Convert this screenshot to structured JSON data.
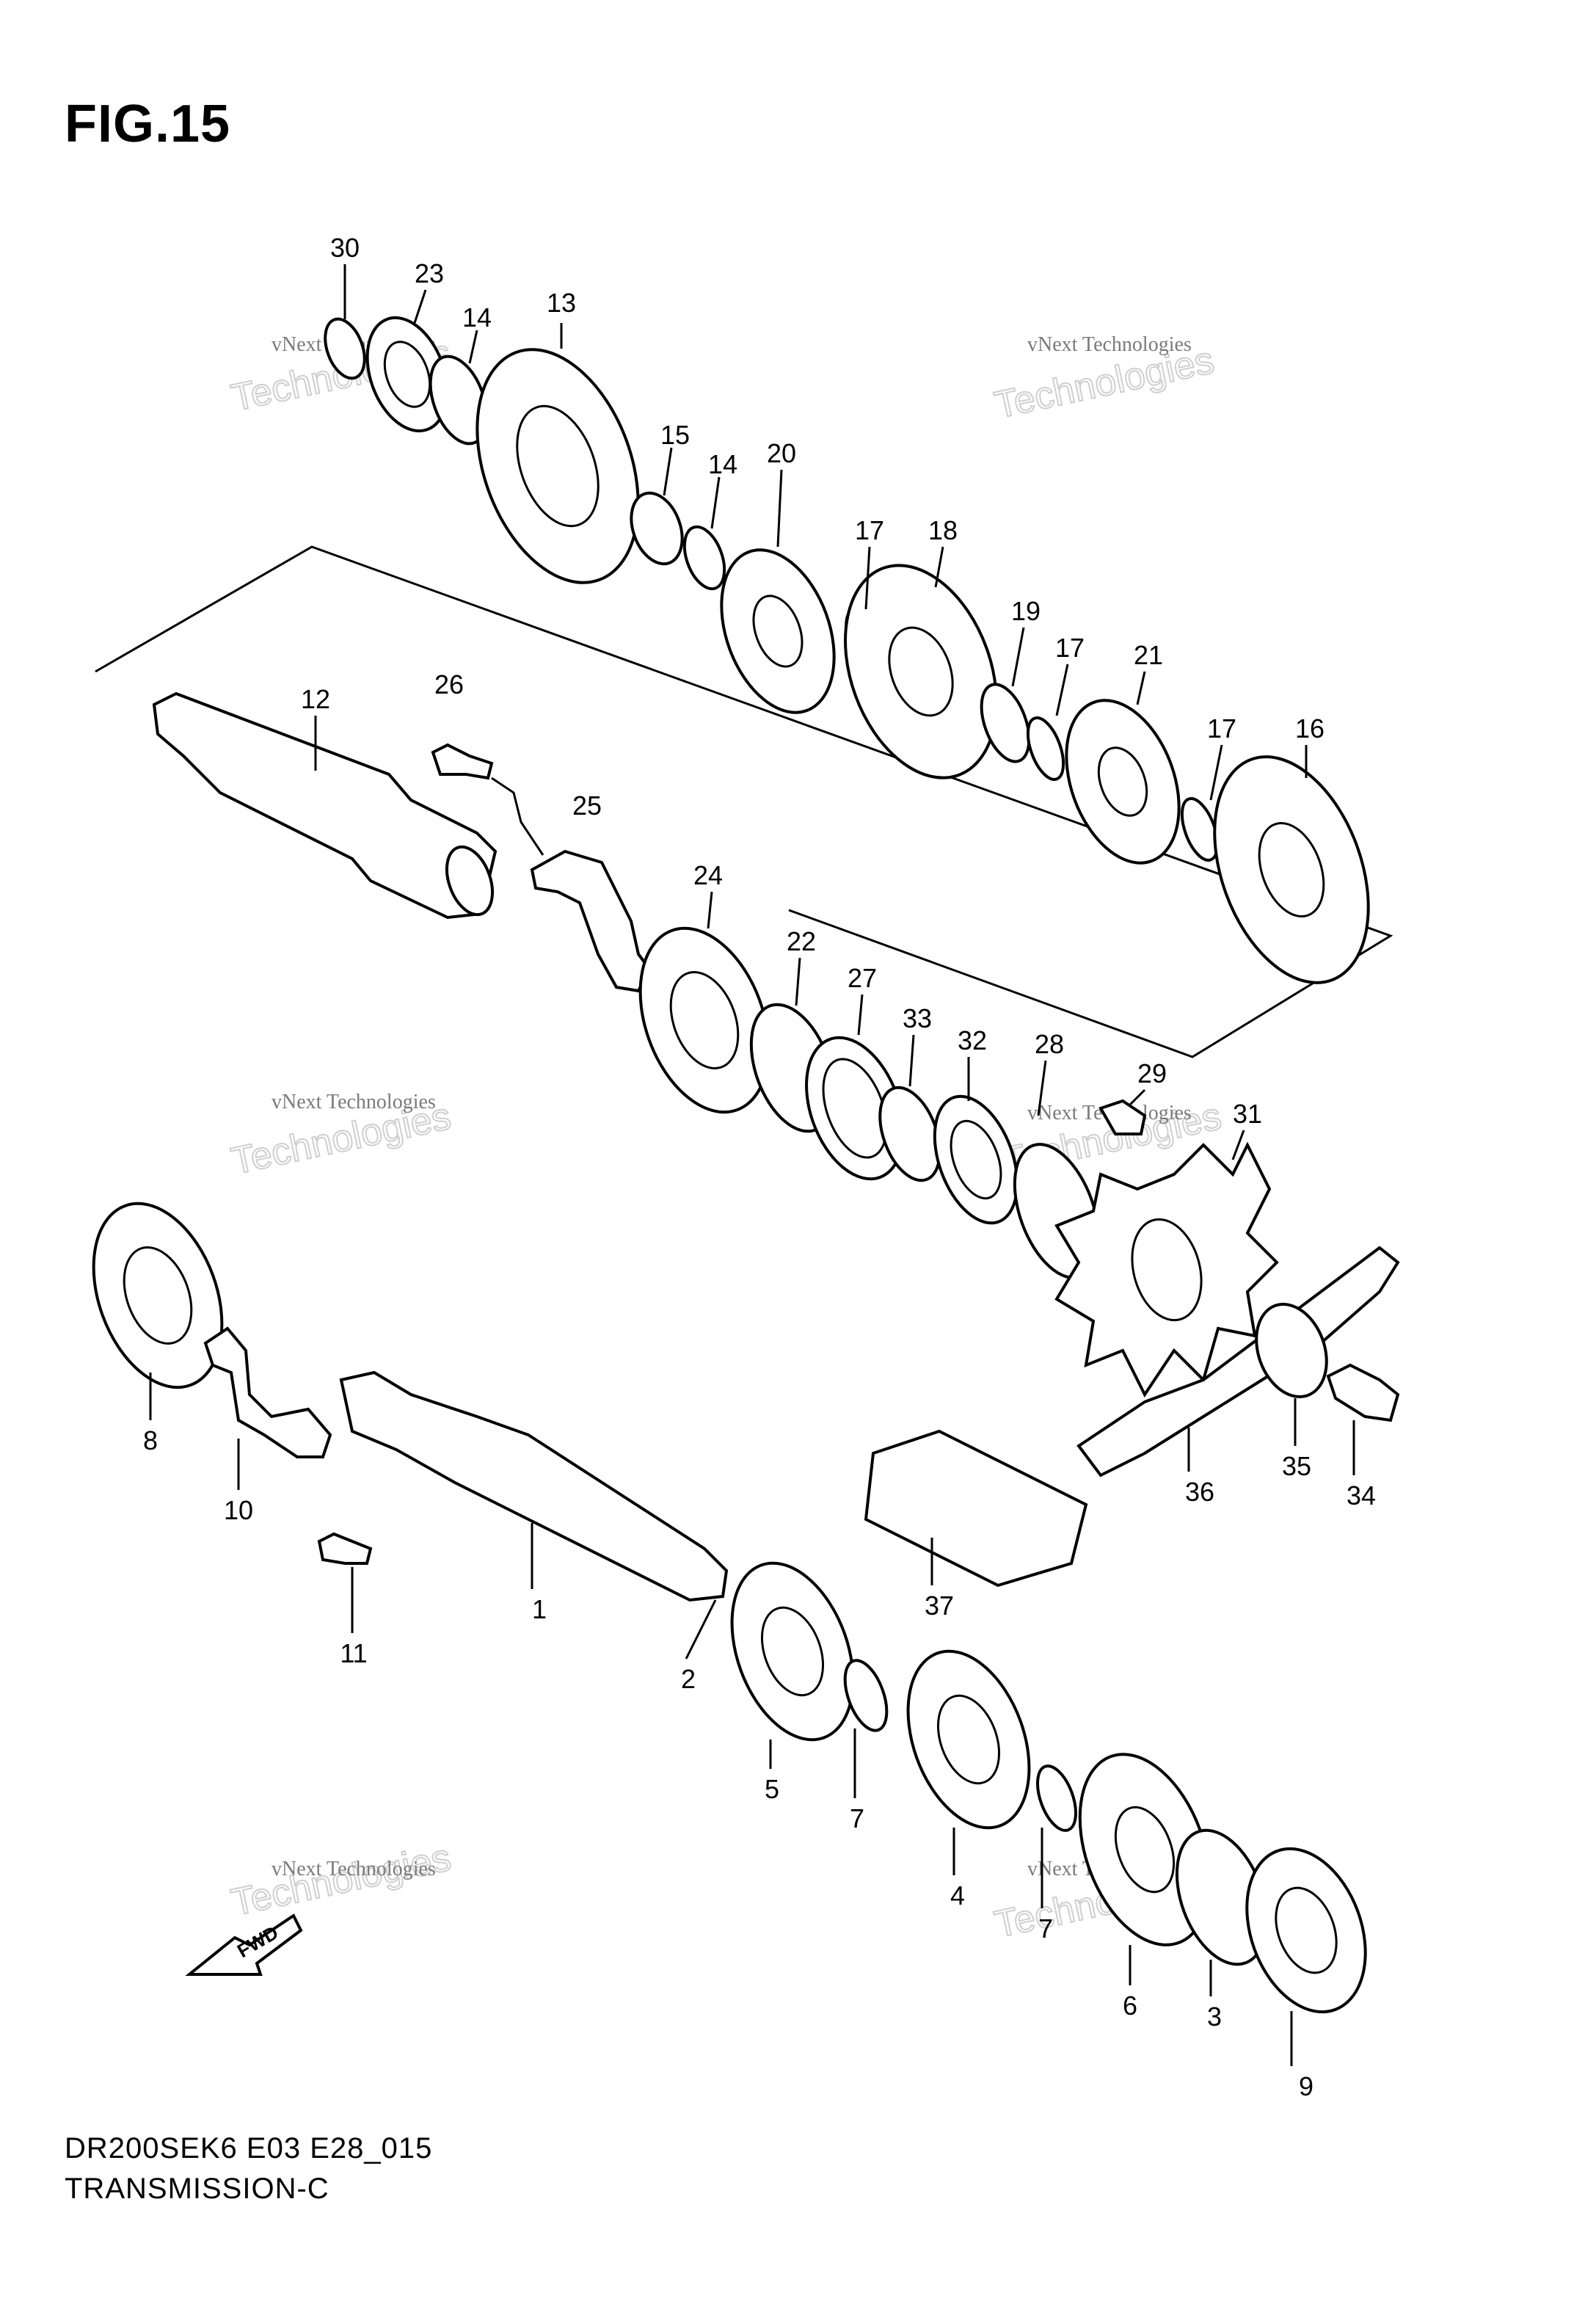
{
  "figure": {
    "title": "FIG.15",
    "model_code": "DR200SEK6 E03 E28_015",
    "caption": "TRANSMISSION-C"
  },
  "watermark": {
    "line1": "vNext Technologies",
    "line2": "Technologies"
  },
  "arrow": {
    "label": "FWD"
  },
  "callouts": [
    "30",
    "23",
    "14",
    "13",
    "15",
    "14",
    "20",
    "17",
    "18",
    "19",
    "17",
    "21",
    "17",
    "16",
    "12",
    "26",
    "25",
    "24",
    "22",
    "27",
    "33",
    "32",
    "28",
    "29",
    "31",
    "8",
    "10",
    "11",
    "1",
    "2",
    "5",
    "7",
    "4",
    "7",
    "6",
    "3",
    "9",
    "37",
    "36",
    "35",
    "34"
  ]
}
